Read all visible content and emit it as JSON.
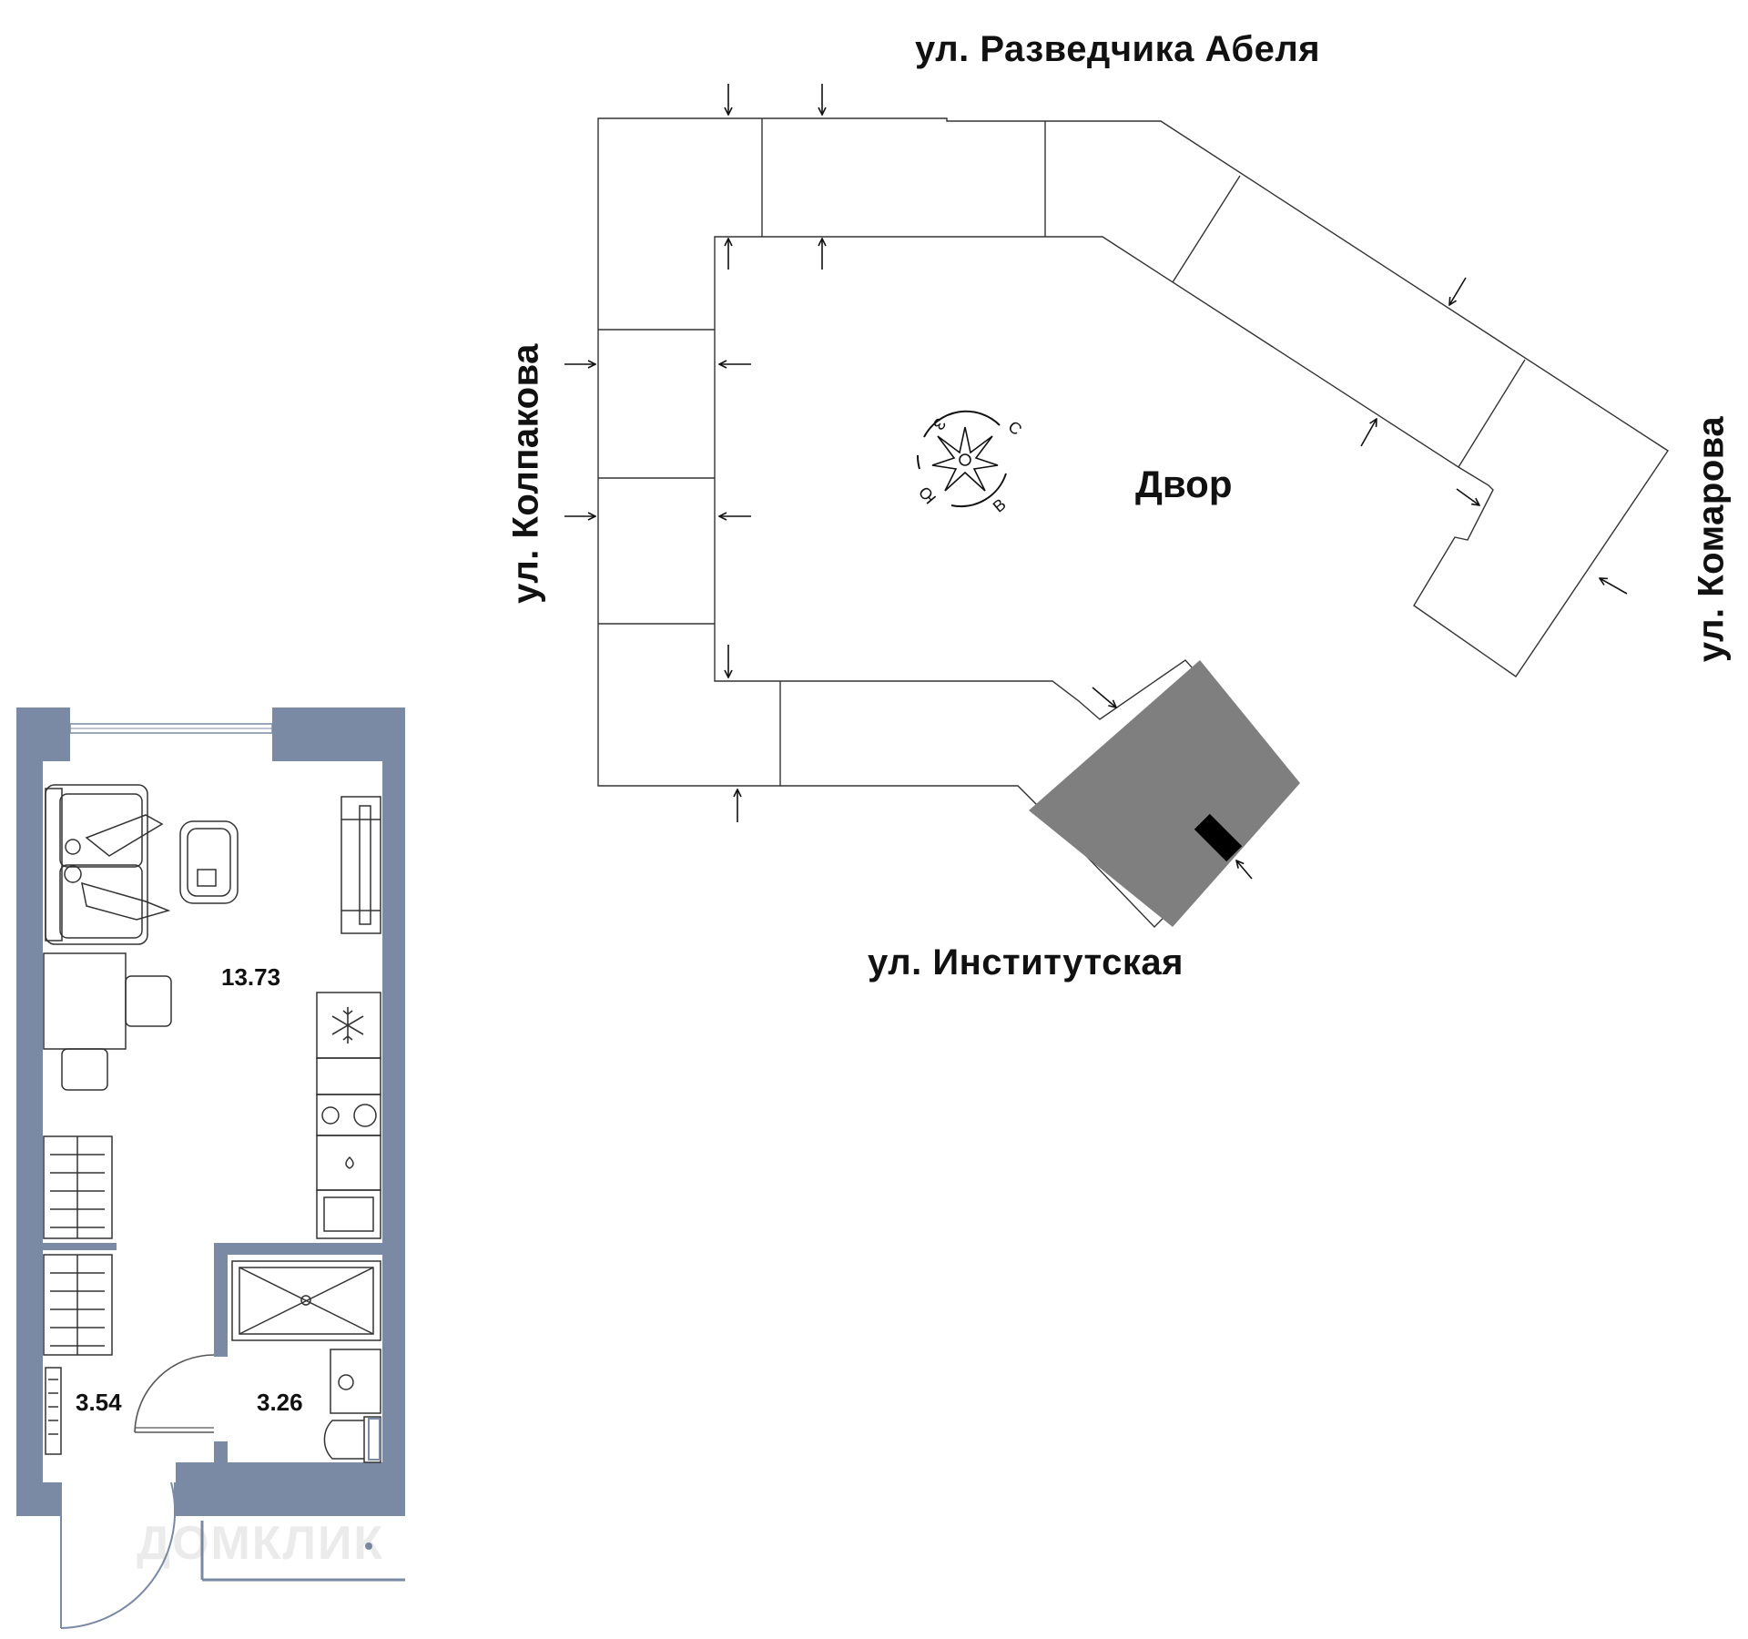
{
  "colors": {
    "wall": "#7a8aa5",
    "section": "#7f7f7f",
    "entrance": "#000000",
    "line": "#333333"
  },
  "site_plan": {
    "streets": {
      "north": "ул. Разведчика Абеля",
      "west": "ул. Колпакова",
      "east": "ул. Комарова",
      "south": "ул. Институтская"
    },
    "yard_label": "Двор",
    "compass": {
      "n": "С",
      "s": "Ю",
      "e": "В",
      "w": "З"
    }
  },
  "apartment": {
    "rooms": [
      {
        "name": "living",
        "area": "13.73"
      },
      {
        "name": "hall",
        "area": "3.54"
      },
      {
        "name": "bathroom",
        "area": "3.26"
      }
    ]
  },
  "watermark": {
    "text": "ДОМКЛИК"
  }
}
